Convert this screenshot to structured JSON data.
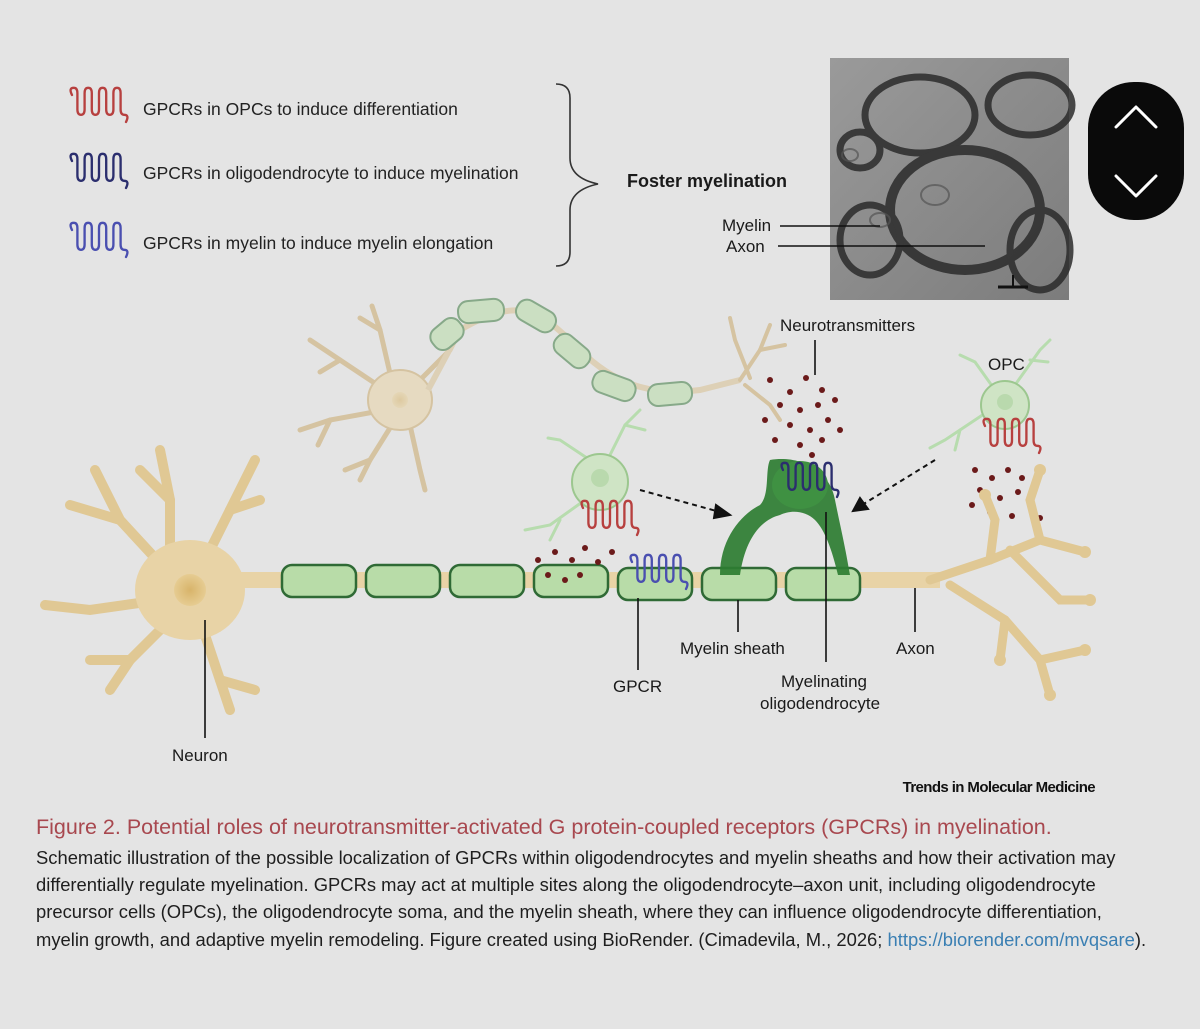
{
  "legend": {
    "items": [
      {
        "text": "GPCRs in OPCs to induce differentiation",
        "color": "#b7403f"
      },
      {
        "text": "GPCRs in oligodendrocyte to induce myelination",
        "color": "#2b2e6e"
      },
      {
        "text": "GPCRs in myelin to induce myelin elongation",
        "color": "#4a4fb0"
      }
    ],
    "summary": "Foster myelination"
  },
  "micrograph": {
    "myelin_label": "Myelin",
    "axon_label": "Axon"
  },
  "labels": {
    "neurotransmitters": "Neurotransmitters",
    "opc": "OPC",
    "myelin_sheath": "Myelin sheath",
    "axon": "Axon",
    "gpcr": "GPCR",
    "myelinating_line1": "Myelinating",
    "myelinating_line2": "oligodendrocyte",
    "neuron": "Neuron"
  },
  "journal": "Trends in Molecular Medicine",
  "caption": {
    "title": "Figure 2. Potential roles of neurotransmitter-activated G protein-coupled receptors (GPCRs) in myelination.",
    "body": "Schematic illustration of the possible localization of GPCRs within oligodendrocytes and myelin sheaths and how their activation may differentially regulate myelination. GPCRs may act at multiple sites along the oligodendrocyte–axon unit, including oligodendrocyte precursor cells (OPCs), the oligodendrocyte soma, and the myelin sheath, where they can influence oligodendrocyte differentiation, myelin growth, and adaptive myelin remodeling. Figure created using BioRender. (Cimadevila, M., 2026; ",
    "link": "https://biorender.com/mvqsare",
    "tail": ")."
  },
  "colors": {
    "neuron": "#e8d3a6",
    "neuron_stroke": "#c9a96b",
    "myelin_fill": "#b8dca8",
    "myelin_stroke": "#2f6a35",
    "oligo_green": "#2e7d32",
    "gpcr_red": "#b7403f",
    "gpcr_dark": "#2b2e6e",
    "gpcr_blue": "#4a4fb0",
    "dots": "#6b1a1a",
    "caption_title": "#a8484f",
    "link": "#3a7fb3"
  },
  "nav": {
    "up_icon": "chevron-up-icon",
    "down_icon": "chevron-down-icon"
  }
}
